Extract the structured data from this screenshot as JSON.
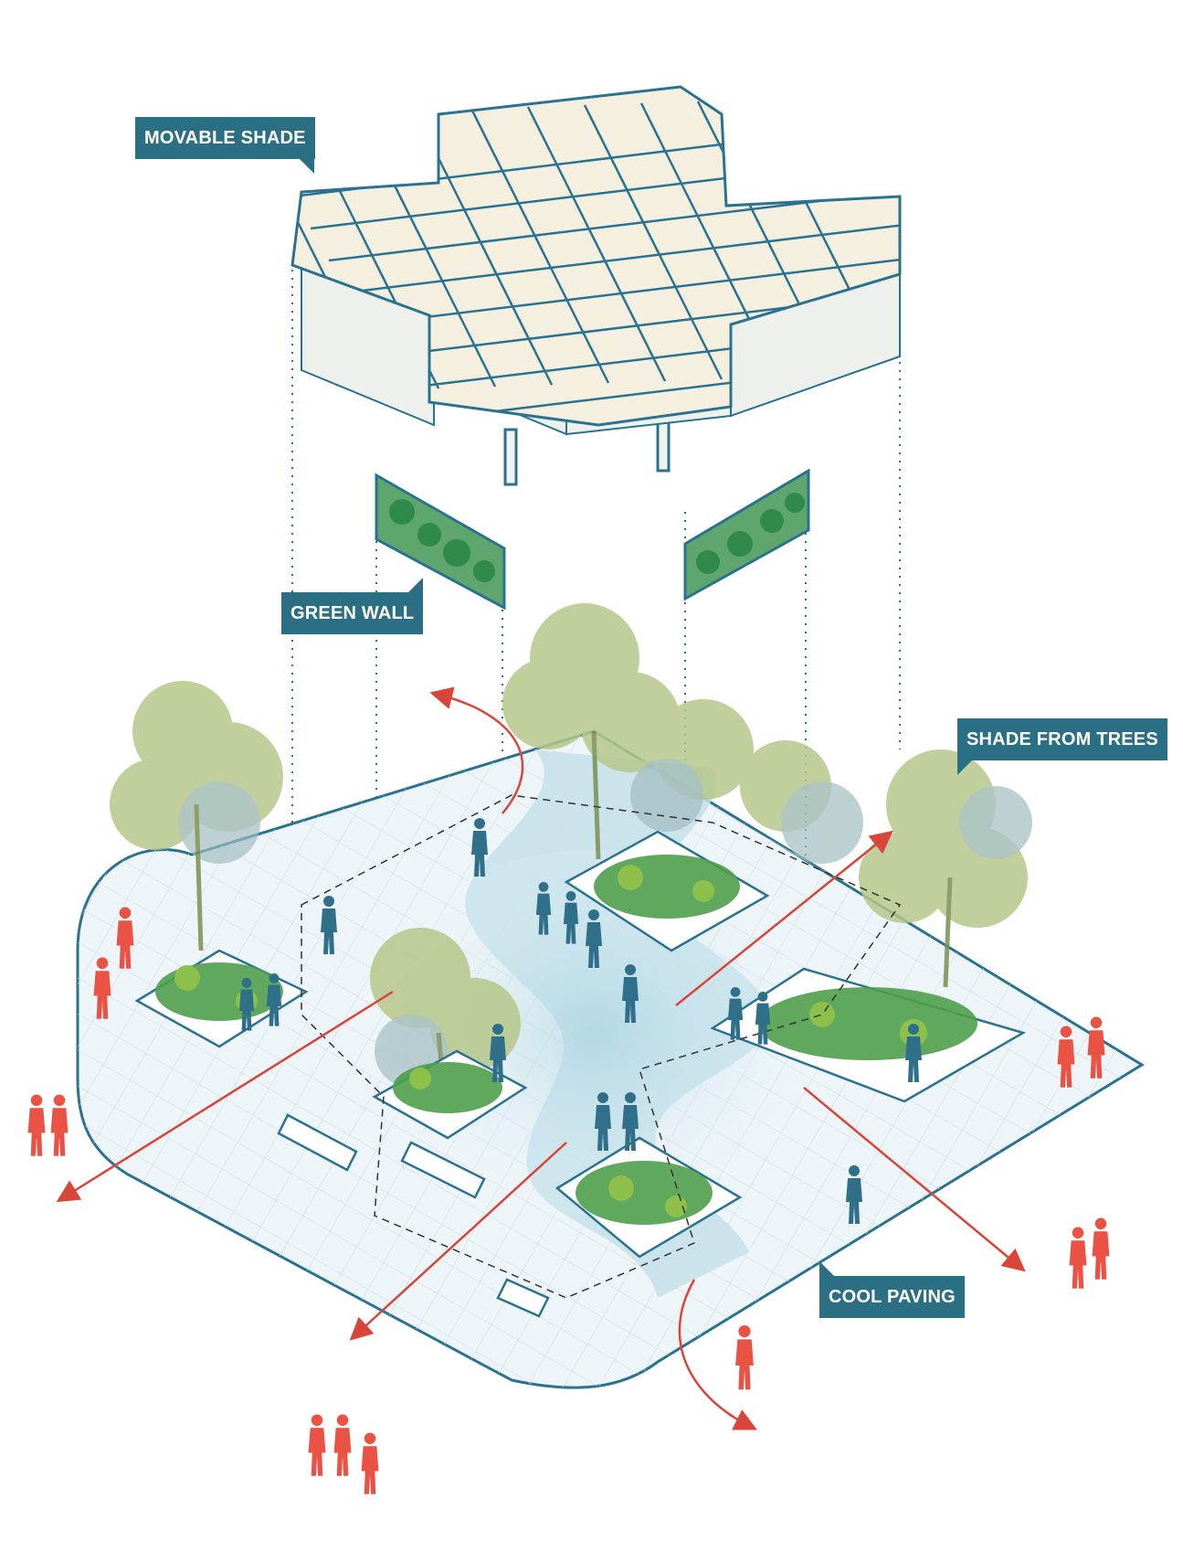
{
  "labels": {
    "movable_shade": "MOVABLE SHADE",
    "green_wall": "GREEN WALL",
    "shade_from_trees": "SHADE FROM TREES",
    "cool_paving": "COOL PAVING"
  },
  "colors": {
    "label_bg": "#2b6f85",
    "label_text": "#ffffff",
    "structure_line": "#2a7390",
    "structure_fill": "#f1f3ef",
    "structure_inner": "#ead9b4",
    "plaza_fill": "#e8f1f5",
    "path_fill": "#bcdbe6",
    "planter_green": "#4e9f4b",
    "tree_canopy": "#a8bb73",
    "tree_canopy_blue": "#8fb4b6",
    "people_blue": "#2f6f8a",
    "people_red": "#ea5244",
    "flow_arrow": "#d9453b"
  },
  "icons": [
    "movement-arrow-icon",
    "person-figure-icon",
    "tree-icon",
    "bench-icon"
  ]
}
